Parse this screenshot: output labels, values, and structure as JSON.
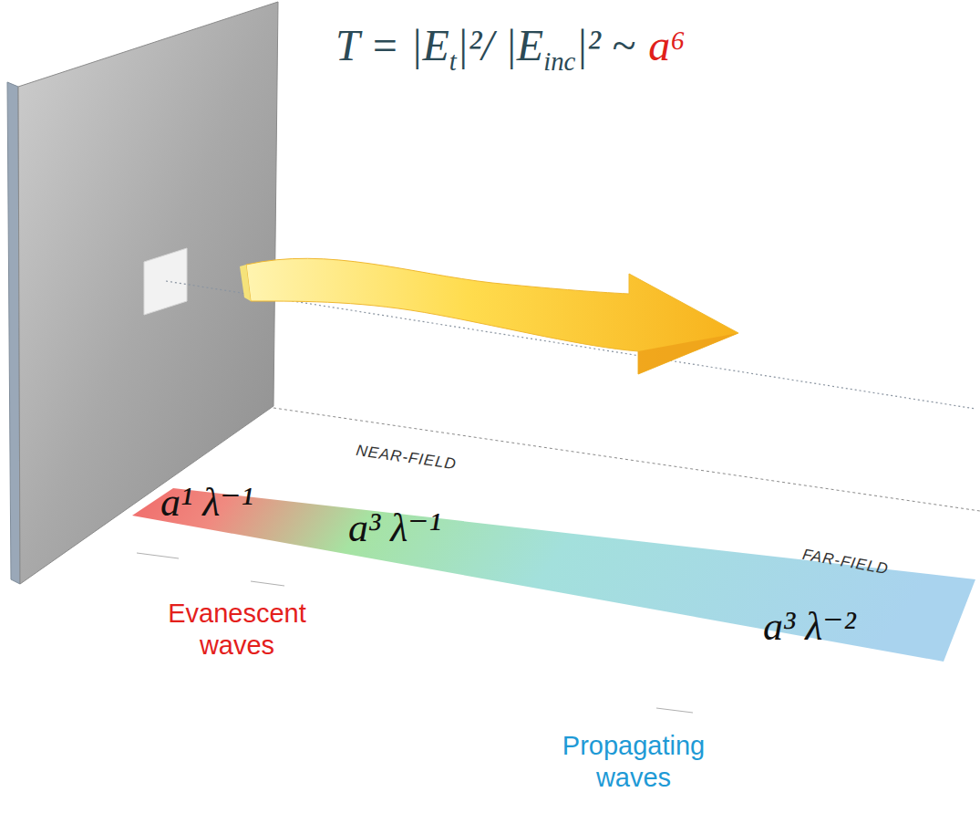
{
  "diagram": {
    "nodes": [
      {
        "text": [
          "NEAR-FIELD",
          "a¹ λ⁻¹",
          "a³ λ⁻¹",
          "FAR-FIELD",
          "a³ λ⁻²"
        ]
      }
    ],
    "labels": [
      "T = |E",
      "t",
      "|²/ |E",
      "inc",
      "|² ~",
      "a⁶",
      "Evanescent waves",
      "Propagating waves"
    ]
  }
}
